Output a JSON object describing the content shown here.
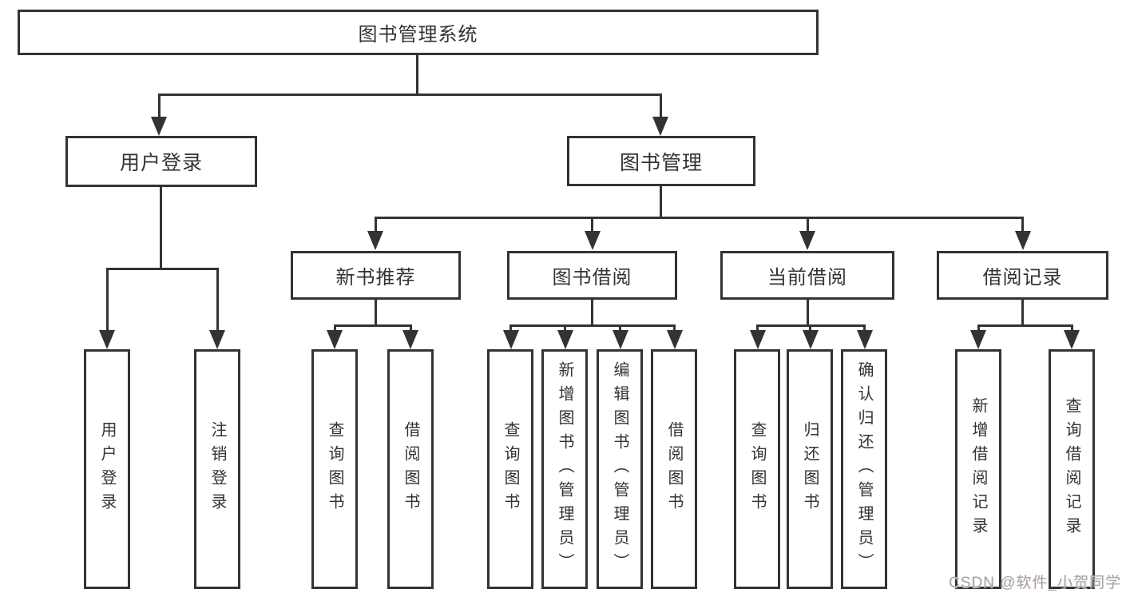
{
  "diagram": {
    "root": {
      "label": "图书管理系统"
    },
    "branches": [
      {
        "label": "用户登录",
        "children": [
          "用户登录",
          "注销登录"
        ]
      },
      {
        "label": "图书管理",
        "children": [
          "新书推荐",
          "图书借阅",
          "当前借阅",
          "借阅记录"
        ]
      }
    ],
    "modules": [
      {
        "label": "新书推荐",
        "children": [
          "查询图书",
          "借阅图书"
        ]
      },
      {
        "label": "图书借阅",
        "children": [
          "查询图书",
          "新增图书（管理员）",
          "编辑图书（管理员）",
          "借阅图书"
        ]
      },
      {
        "label": "当前借阅",
        "children": [
          "查询图书",
          "归还图书",
          "确认归还（管理员）"
        ]
      },
      {
        "label": "借阅记录",
        "children": [
          "新增借阅记录",
          "查询借阅记录"
        ]
      }
    ]
  },
  "watermark": {
    "text": "CSDN @软件_小贺同学"
  },
  "colors": {
    "line": "#333333",
    "box_border": "#333333",
    "box_background": "#ffffff",
    "canvas_background": "#ffffff",
    "text": "#333333",
    "watermark_text": "#a3a3a3"
  }
}
